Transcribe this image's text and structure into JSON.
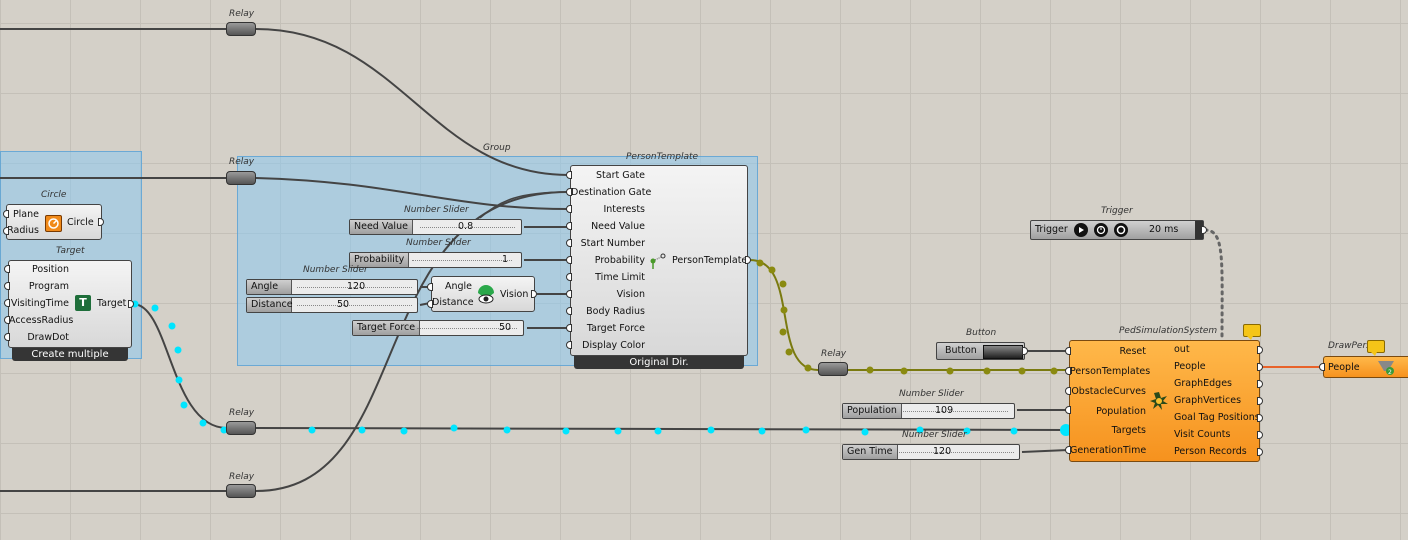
{
  "canvas": {
    "background": "#d4d0c8"
  },
  "relays": {
    "label": "Relay"
  },
  "group_label": "Group",
  "circle": {
    "title": "Circle",
    "inputs": [
      "Plane",
      "Radius"
    ],
    "output": "Circle"
  },
  "target": {
    "title": "Target",
    "inputs": [
      "Position",
      "Program",
      "VisitingTime",
      "AccessRadius",
      "DrawDot"
    ],
    "output": "Target",
    "icon": "T",
    "footer": "Create multiple"
  },
  "person_template": {
    "title": "PersonTemplate",
    "inputs": [
      "Start Gate",
      "Destination Gate",
      "Interests",
      "Need Value",
      "Start Number",
      "Probability",
      "Time Limit",
      "Vision",
      "Body Radius",
      "Target Force",
      "Display Color"
    ],
    "output": "PersonTemplate",
    "footer": "Original Dir."
  },
  "sliders": {
    "title": "Number Slider",
    "need_value": {
      "label": "Need Value",
      "value": "0.8"
    },
    "probability": {
      "label": "Probability",
      "value": "1"
    },
    "angle": {
      "label": "Angle",
      "value": "120"
    },
    "distance": {
      "label": "Distance",
      "value": "50"
    },
    "target_force": {
      "label": "Target Force",
      "value": "50"
    },
    "population": {
      "label": "Population",
      "value": "109"
    },
    "gen_time": {
      "label": "Gen Time",
      "value": "120"
    }
  },
  "vision": {
    "inputs": [
      "Angle",
      "Distance"
    ],
    "output": "Vision"
  },
  "trigger": {
    "title": "Trigger",
    "label": "Trigger",
    "interval": "20 ms"
  },
  "button": {
    "title": "Button",
    "label": "Button"
  },
  "ped_system": {
    "title": "PedSimulationSystem",
    "inputs": [
      "Reset",
      "PersonTemplates",
      "ObstacleCurves",
      "Population",
      "Targets",
      "GenerationTime"
    ],
    "outputs": [
      "out",
      "People",
      "GraphEdges",
      "GraphVertices",
      "Goal Tag Positions",
      "Visit Counts",
      "Person Records"
    ]
  },
  "draw_person": {
    "title": "DrawPers",
    "input": "People"
  },
  "colors": {
    "wire": "#444444",
    "olive_wire": "#7a7a10",
    "cyan_wire": "#00e5ff",
    "orange_wire": "#e8622a",
    "component_orange": "#f6921e",
    "group": "#8cc8f0"
  }
}
